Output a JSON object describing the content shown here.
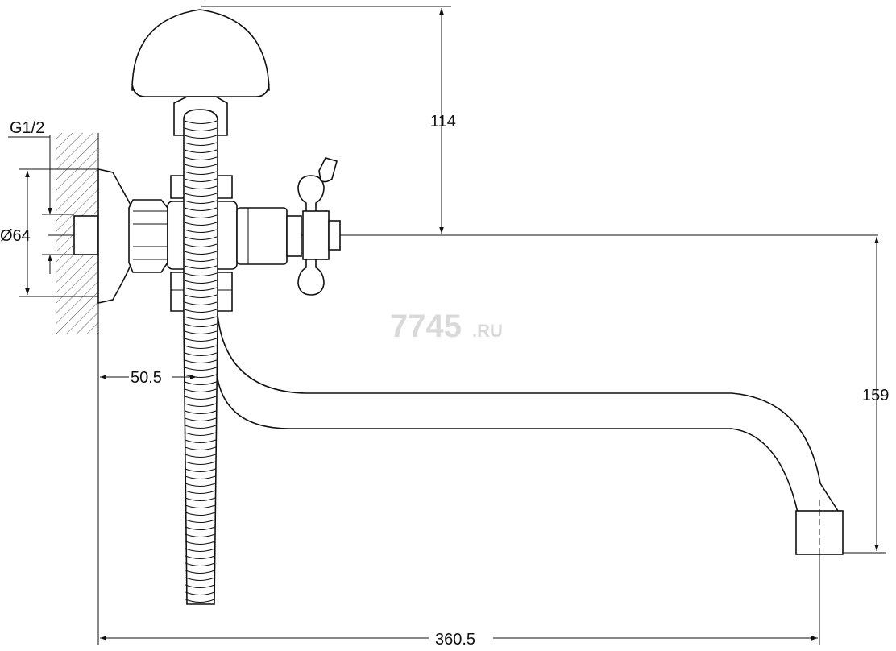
{
  "drawing": {
    "title": "",
    "watermark": {
      "brand": "7745",
      "tld": ".RU"
    },
    "dimensions": {
      "thread": "G1/2",
      "flange_diameter": "Ø64",
      "outlet_offset": "50.5",
      "head_height": "114",
      "spout_drop": "159",
      "spout_reach": "360.5"
    },
    "colors": {
      "line": "#111111",
      "hatch": "#555555",
      "watermark": "#d9d9d9"
    }
  }
}
